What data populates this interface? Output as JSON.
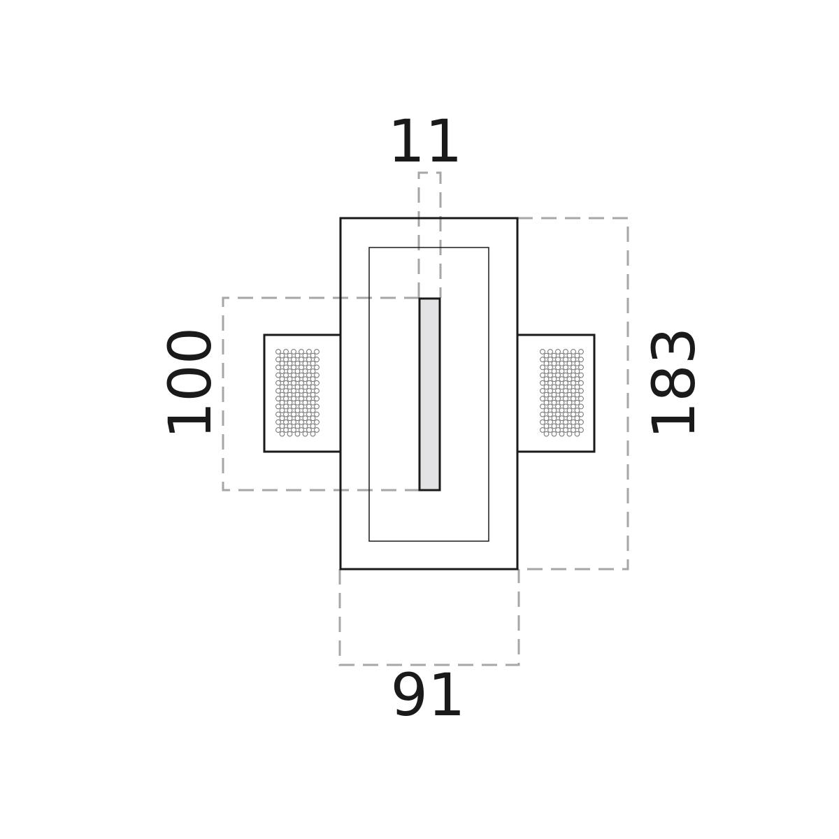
{
  "dimensions": {
    "slot_width": "11",
    "slot_height": "100",
    "total_height": "183",
    "total_width": "91"
  },
  "colors": {
    "outline": "#1a1a1a",
    "dashed": "#a6a6a6",
    "slot_fill": "#e3e3e6",
    "background": "#ffffff"
  }
}
